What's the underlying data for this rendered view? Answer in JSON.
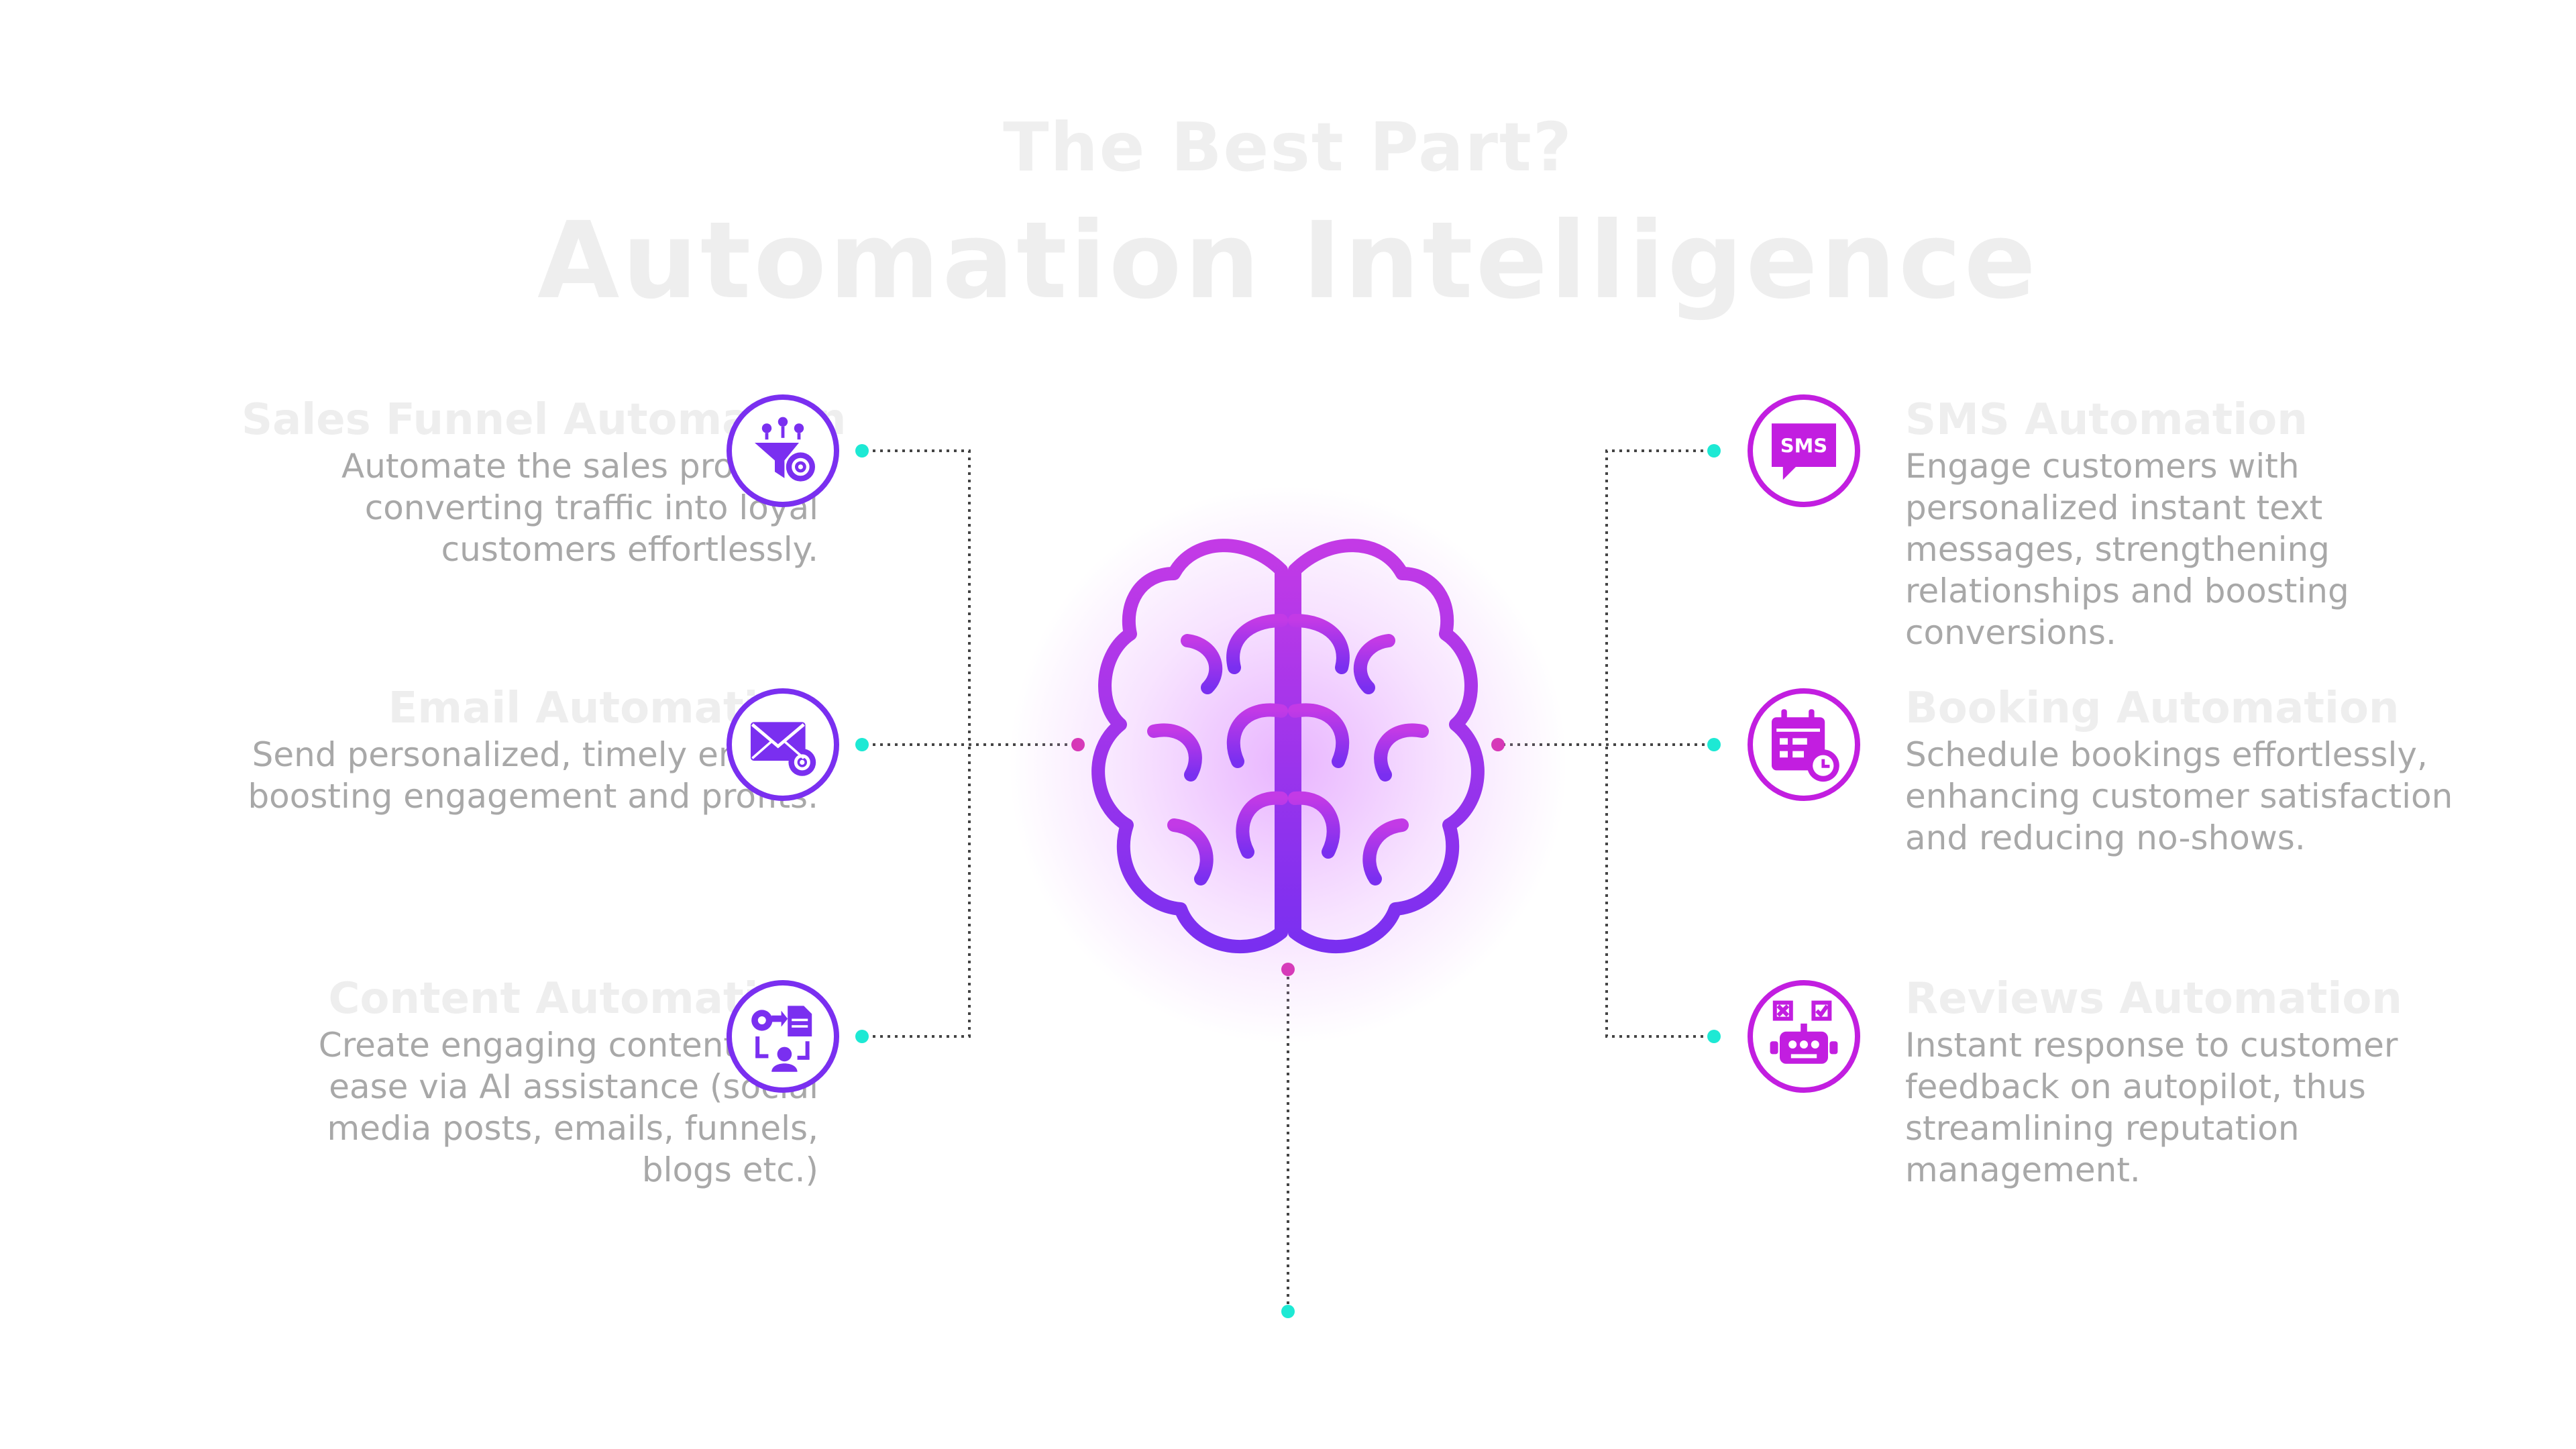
{
  "heading": {
    "subtitle": "The Best Part?",
    "title": "Automation Intelligence"
  },
  "features": {
    "sales_funnel": {
      "title": "Sales Funnel Automation",
      "description": "Automate the sales process, converting traffic into loyal customers effortlessly.",
      "icon": "funnel-gear-icon"
    },
    "email": {
      "title": "Email Automation",
      "description": "Send personalized, timely emails, boosting engagement and profits.",
      "icon": "email-gear-icon"
    },
    "content": {
      "title": "Content Automation",
      "description": "Create engaging content with ease via AI assistance (social media posts, emails, funnels, blogs etc.)",
      "icon": "content-workflow-icon"
    },
    "sms": {
      "title": "SMS Automation",
      "description": "Engage customers with personalized instant text messages, strengthening relationships and boosting conversions.",
      "icon": "sms-bubble-icon",
      "icon_text": "SMS"
    },
    "booking": {
      "title": "Booking Automation",
      "description": "Schedule bookings effortlessly, enhancing customer satisfaction and reducing no-shows.",
      "icon": "calendar-clock-icon"
    },
    "reviews": {
      "title": "Reviews Automation",
      "description": "Instant response to customer feedback on autopilot, thus streamlining reputation management.",
      "icon": "review-robot-icon"
    }
  },
  "center": {
    "icon": "brain-icon"
  },
  "colors": {
    "left_accent": "#7a2ff0",
    "right_accent": "#c21ee0",
    "connector_dot": "#1de9d4",
    "brain_dot": "#d21fa8",
    "dotted_line": "#444444",
    "heading_text": "#eeeeee",
    "body_text": "#a8a8a8"
  }
}
